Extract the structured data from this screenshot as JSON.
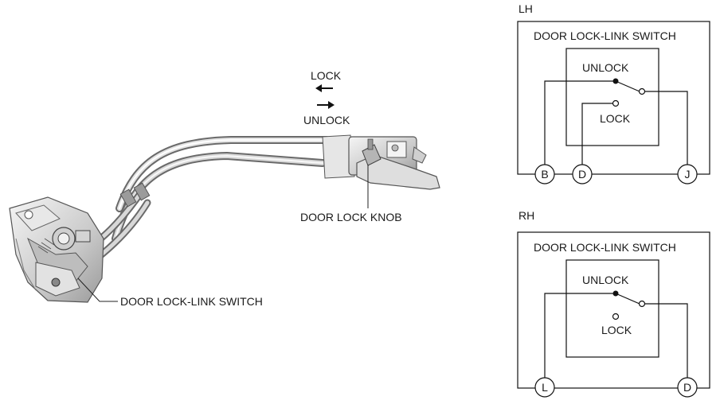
{
  "illustration": {
    "lock_label": "LOCK",
    "unlock_label": "UNLOCK",
    "knob_label": "DOOR LOCK KNOB",
    "switch_label": "DOOR LOCK-LINK SWITCH"
  },
  "lh": {
    "side_label": "LH",
    "box_title": "DOOR LOCK-LINK SWITCH",
    "unlock_label": "UNLOCK",
    "lock_label": "LOCK",
    "terminals": [
      "B",
      "D",
      "J"
    ]
  },
  "rh": {
    "side_label": "RH",
    "box_title": "DOOR LOCK-LINK SWITCH",
    "unlock_label": "UNLOCK",
    "lock_label": "LOCK",
    "terminals": [
      "L",
      "D"
    ]
  }
}
